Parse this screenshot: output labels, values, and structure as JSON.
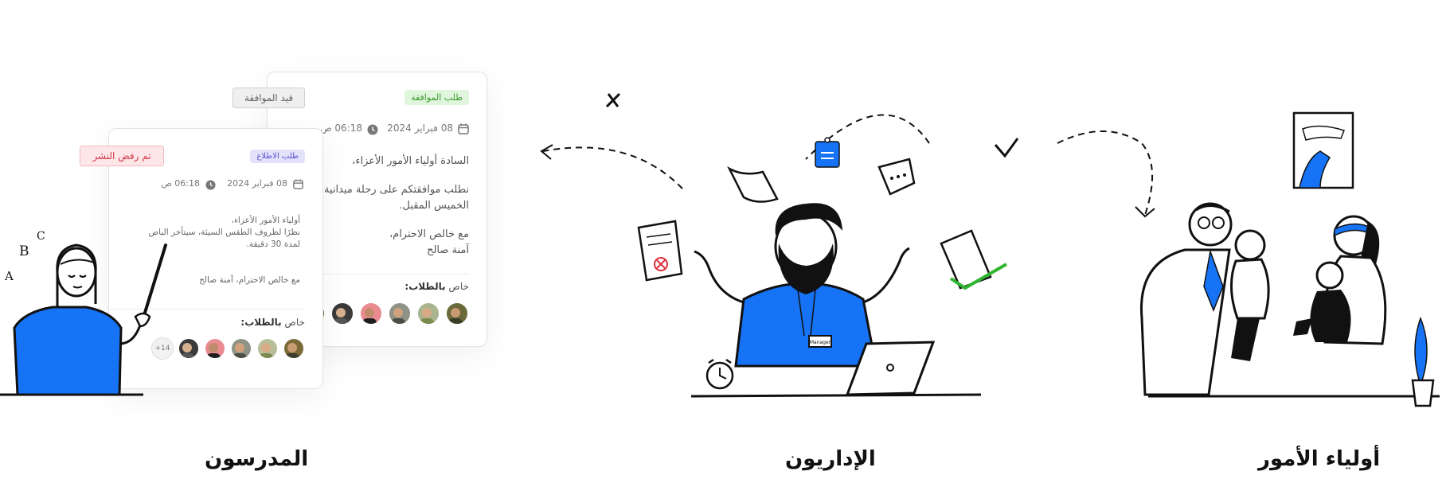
{
  "sections": {
    "teachers": "المدرسون",
    "admins": "الإداريون",
    "parents": "أولياء الأمور"
  },
  "back_card": {
    "tag": "طلب الموافقة",
    "status": "قيد الموافقة",
    "date": "08 فبراير 2024",
    "time": "06:18 ص",
    "greeting": "السادة أولياء الأمور الأعزاء،",
    "body_line1": "نطلب موافقتكم على رحلة ميدانية مقررة",
    "body_line2": "الخميس المقبل.",
    "signoff": "مع خالص الاحترام،",
    "signer": "آمنة صالح",
    "students_label_prefix": "خاص ",
    "students_label_bold": "بالطلاب:"
  },
  "front_card": {
    "tag": "طلب الاطلاع",
    "status": "تم رفض النشر",
    "date": "08 فبراير 2024",
    "time": "06:18 ص",
    "greeting": "أولياء الأمور الأعزاء،",
    "body_line1": "نظرًا لظروف الطقس السيئة، سيتأخر الباص",
    "body_line2": "لمدة 30 دقيقة.",
    "signoff": "مع خالص الاحترام، آمنة صالح",
    "students_label_prefix": "خاص ",
    "students_label_bold": "بالطلاب:",
    "more_count": "+14"
  },
  "doodle_letters": [
    "A",
    "B",
    "C"
  ],
  "manager_badge": "Manager",
  "colors": {
    "accent_blue": "#1673f5",
    "approval_green_bg": "#dff5dc",
    "approval_green_text": "#3a9a2e",
    "view_purple_bg": "#e4e2fb",
    "view_purple_text": "#5a4fcf",
    "rejected_bg": "#fde6e8",
    "rejected_text": "#d33a4a",
    "pending_bg": "#efefef"
  }
}
